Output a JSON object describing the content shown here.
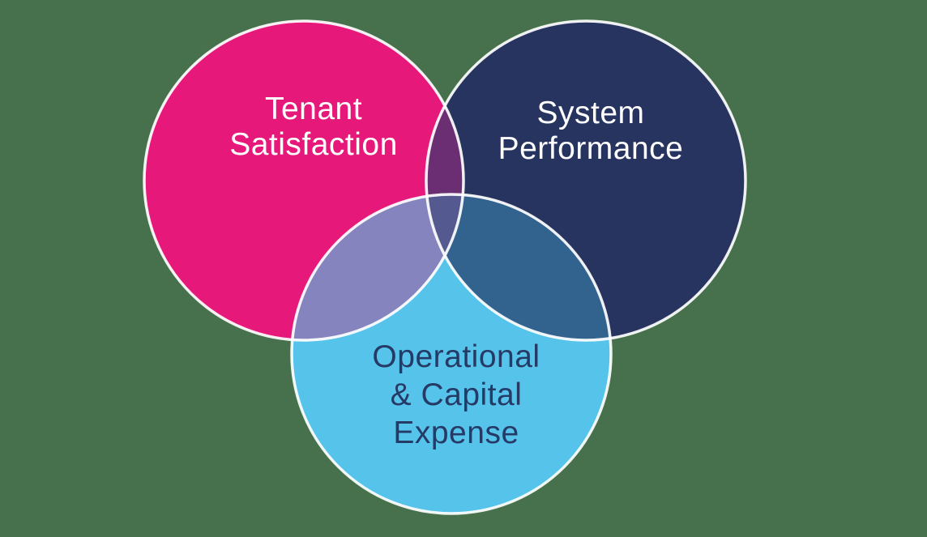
{
  "diagram": {
    "type": "venn",
    "background_color": "#47714C",
    "border_color": "#FFFFFF",
    "circles": [
      {
        "id": "tenant-satisfaction",
        "label": "Tenant Satisfaction",
        "lines": [
          "Tenant",
          "Satisfaction"
        ],
        "fill": "#E6197B",
        "text_color": "#FFFFFF"
      },
      {
        "id": "system-performance",
        "label": "System Performance",
        "lines": [
          "System",
          "Performance"
        ],
        "fill": "#273460",
        "text_color": "#FFFFFF"
      },
      {
        "id": "operational-capital-expense",
        "label": "Operational & Capital Expense",
        "lines": [
          "Operational",
          "& Capital",
          "Expense"
        ],
        "fill": "#56C3EB",
        "text_color": "#263A66"
      }
    ],
    "overlaps": {
      "tenant_system": "#6B2E72",
      "tenant_expense": "#8684BE",
      "system_expense": "#32638E",
      "center": "#54598F"
    }
  }
}
